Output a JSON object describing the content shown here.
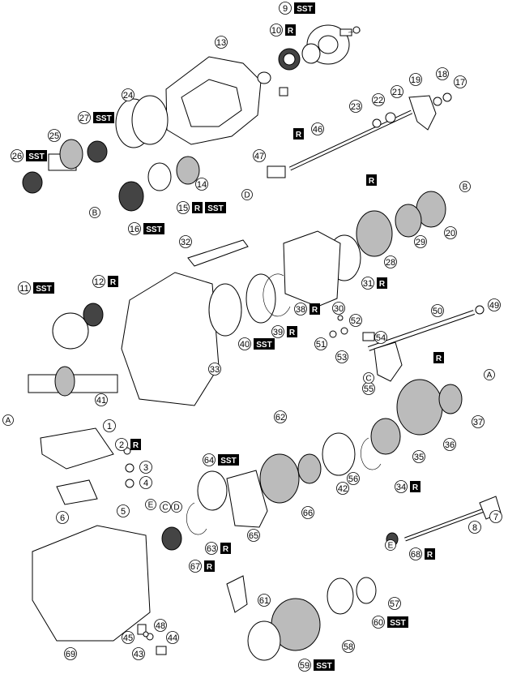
{
  "tags": {
    "sst": "SST",
    "r": "R"
  },
  "refs": [
    "A",
    "B",
    "C",
    "D",
    "E"
  ],
  "callouts": [
    {
      "n": "1"
    },
    {
      "n": "2",
      "tag": "R"
    },
    {
      "n": "3"
    },
    {
      "n": "4"
    },
    {
      "n": "5"
    },
    {
      "n": "6"
    },
    {
      "n": "7"
    },
    {
      "n": "8"
    },
    {
      "n": "9",
      "tag": "SST"
    },
    {
      "n": "10",
      "tag": "R"
    },
    {
      "n": "11",
      "tag": "SST"
    },
    {
      "n": "12",
      "tag": "R"
    },
    {
      "n": "13"
    },
    {
      "n": "14"
    },
    {
      "n": "15",
      "tag": "R SST"
    },
    {
      "n": "16",
      "tag": "SST"
    },
    {
      "n": "17"
    },
    {
      "n": "18"
    },
    {
      "n": "19"
    },
    {
      "n": "20"
    },
    {
      "n": "21"
    },
    {
      "n": "22"
    },
    {
      "n": "23"
    },
    {
      "n": "24"
    },
    {
      "n": "25"
    },
    {
      "n": "26",
      "tag": "SST"
    },
    {
      "n": "27",
      "tag": "SST"
    },
    {
      "n": "28"
    },
    {
      "n": "29"
    },
    {
      "n": "30"
    },
    {
      "n": "31",
      "tag": "R"
    },
    {
      "n": "32"
    },
    {
      "n": "33"
    },
    {
      "n": "34",
      "tag": "R"
    },
    {
      "n": "35"
    },
    {
      "n": "36"
    },
    {
      "n": "37"
    },
    {
      "n": "38",
      "tag": "R"
    },
    {
      "n": "39",
      "tag": "R"
    },
    {
      "n": "40",
      "tag": "SST"
    },
    {
      "n": "41"
    },
    {
      "n": "42"
    },
    {
      "n": "43"
    },
    {
      "n": "44"
    },
    {
      "n": "45"
    },
    {
      "n": "46"
    },
    {
      "n": "47"
    },
    {
      "n": "48"
    },
    {
      "n": "49"
    },
    {
      "n": "50"
    },
    {
      "n": "51"
    },
    {
      "n": "52"
    },
    {
      "n": "53"
    },
    {
      "n": "54"
    },
    {
      "n": "55"
    },
    {
      "n": "56"
    },
    {
      "n": "57"
    },
    {
      "n": "58"
    },
    {
      "n": "59",
      "tag": "SST"
    },
    {
      "n": "60",
      "tag": "SST"
    },
    {
      "n": "61"
    },
    {
      "n": "62"
    },
    {
      "n": "63",
      "tag": "R"
    },
    {
      "n": "64",
      "tag": "SST"
    },
    {
      "n": "65"
    },
    {
      "n": "66"
    },
    {
      "n": "67",
      "tag": "R"
    },
    {
      "n": "68",
      "tag": "R"
    },
    {
      "n": "69"
    }
  ],
  "standalone_tags": [
    "R",
    "R",
    "R"
  ]
}
